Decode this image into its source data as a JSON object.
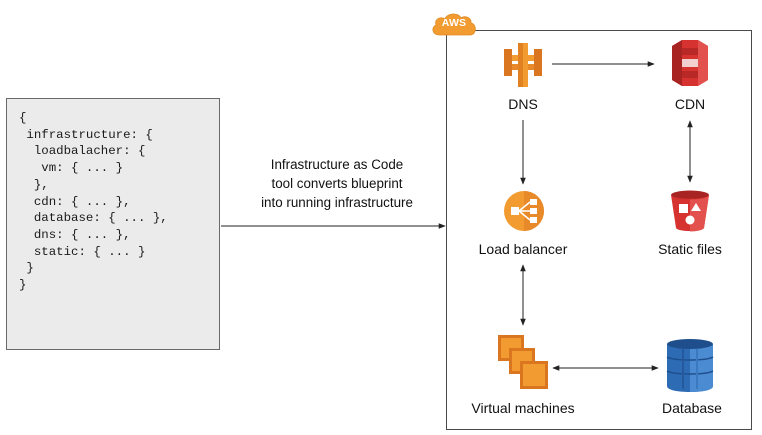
{
  "blueprint": {
    "lines": [
      "{",
      " infrastructure: {",
      "  loadbalacher: {",
      "   vm: { ... }",
      "  },",
      "  cdn: { ... },",
      "  database: { ... },",
      "  dns: { ... },",
      "  static: { ... }",
      " }",
      "}"
    ]
  },
  "caption": {
    "lines": [
      "Infrastructure as Code",
      "tool converts blueprint",
      "into running infrastructure"
    ]
  },
  "aws": {
    "badge": "AWS",
    "nodes": {
      "dns": {
        "label": "DNS",
        "icon": "route53-dns-icon"
      },
      "cdn": {
        "label": "CDN",
        "icon": "cloudfront-cdn-icon"
      },
      "load_balancer": {
        "label": "Load balancer",
        "icon": "load-balancer-icon"
      },
      "static_files": {
        "label": "Static files",
        "icon": "s3-bucket-icon"
      },
      "virtual_machines": {
        "label": "Virtual machines",
        "icon": "ec2-instances-icon"
      },
      "database": {
        "label": "Database",
        "icon": "database-icon"
      }
    }
  },
  "colors": {
    "aws_orange": "#f29b30",
    "aws_orange_dark": "#d9761f",
    "cdn_red": "#d6322f",
    "db_blue": "#2d6bb4",
    "code_bg": "#ebebeb"
  }
}
